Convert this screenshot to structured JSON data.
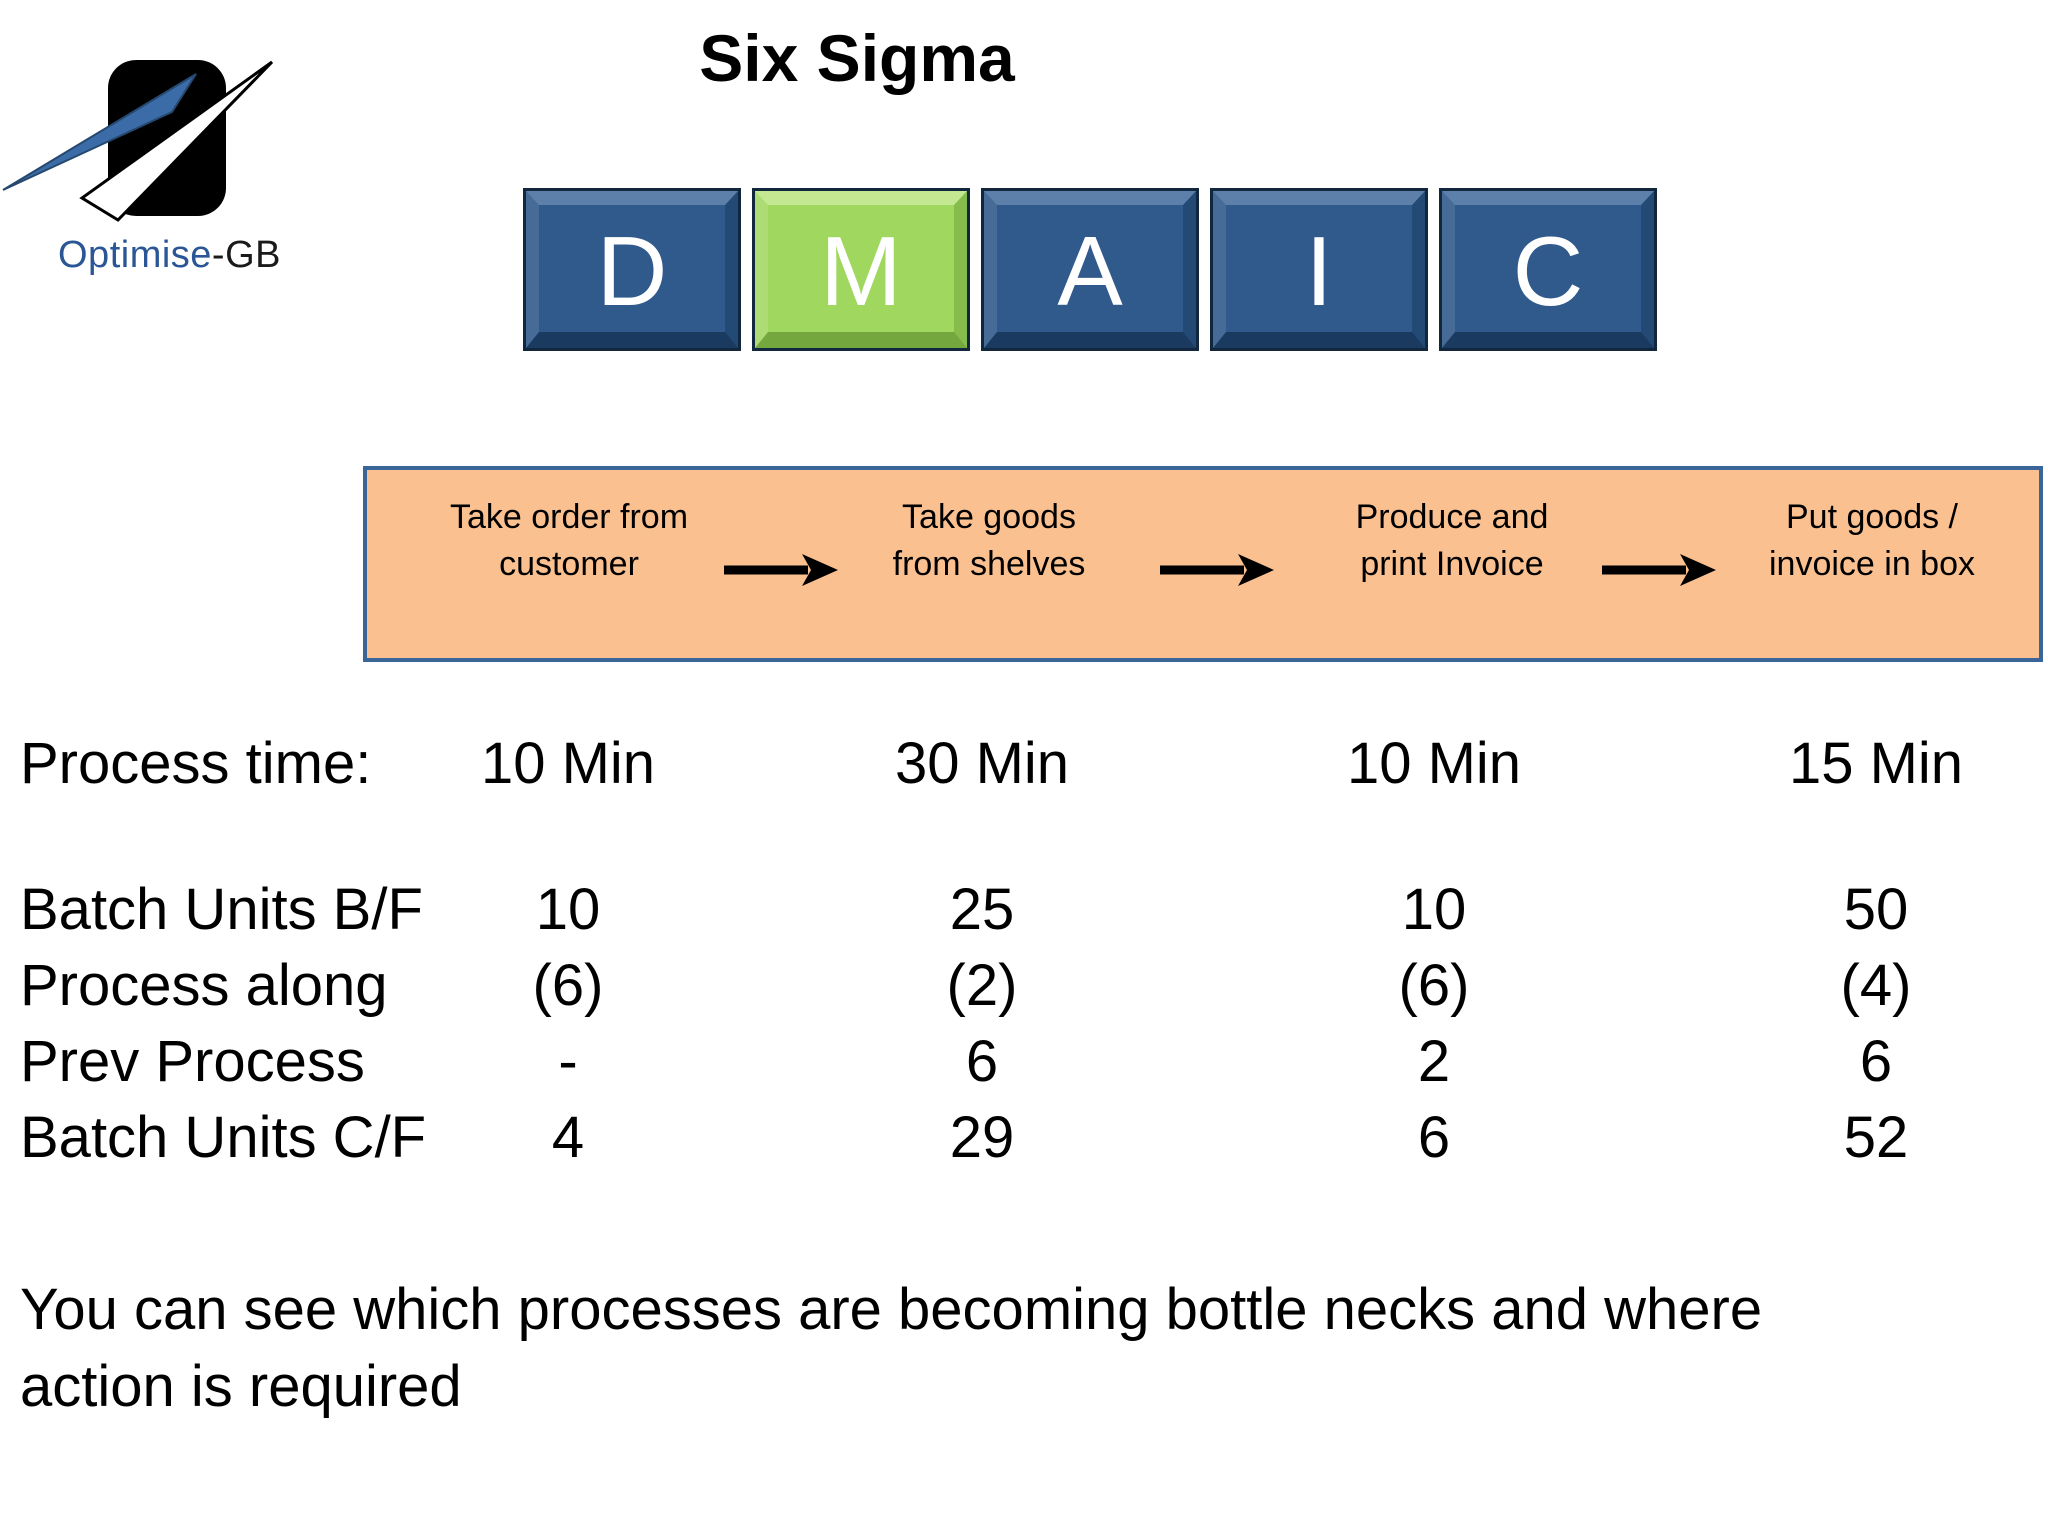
{
  "colors": {
    "brand_blue": "#2A5696",
    "dmaic_blue": "#30598C",
    "dmaic_green": "#9FD75F",
    "flow_fill": "#FAC090",
    "flow_border": "#3A6598"
  },
  "logo": {
    "icon": "optimise-gb-swoosh-logo",
    "text_optimise": "Optimise",
    "text_gb": "-GB"
  },
  "title": "Six Sigma",
  "dmaic": {
    "letters": [
      {
        "label": "D",
        "style": "blue",
        "active": false
      },
      {
        "label": "M",
        "style": "green",
        "active": true
      },
      {
        "label": "A",
        "style": "blue",
        "active": false
      },
      {
        "label": "I",
        "style": "blue",
        "active": false
      },
      {
        "label": "C",
        "style": "blue",
        "active": false
      }
    ]
  },
  "process_flow": {
    "arrow_icon": "arrow-right",
    "steps": [
      {
        "line1": "Take order from",
        "line2": "customer"
      },
      {
        "line1": "Take goods",
        "line2": "from shelves"
      },
      {
        "line1": "Produce and",
        "line2": "print Invoice"
      },
      {
        "line1": "Put goods /",
        "line2": "invoice in box"
      }
    ]
  },
  "metrics": {
    "process_time": {
      "label": "Process time:",
      "values": [
        "10 Min",
        "30 Min",
        "10 Min",
        "15 Min"
      ]
    },
    "rows": [
      {
        "label": "Batch Units B/F",
        "values": [
          "10",
          "25",
          "10",
          "50"
        ]
      },
      {
        "label": "Process along",
        "values": [
          "(6)",
          "(2)",
          "(6)",
          "(4)"
        ]
      },
      {
        "label": "Prev Process",
        "values": [
          "-",
          "6",
          "2",
          "6"
        ]
      },
      {
        "label": "Batch Units C/F",
        "values": [
          "4",
          "29",
          "6",
          "52"
        ]
      }
    ]
  },
  "footer": {
    "line1": "You can see which processes are becoming bottle necks and where",
    "line2": "action is required"
  }
}
